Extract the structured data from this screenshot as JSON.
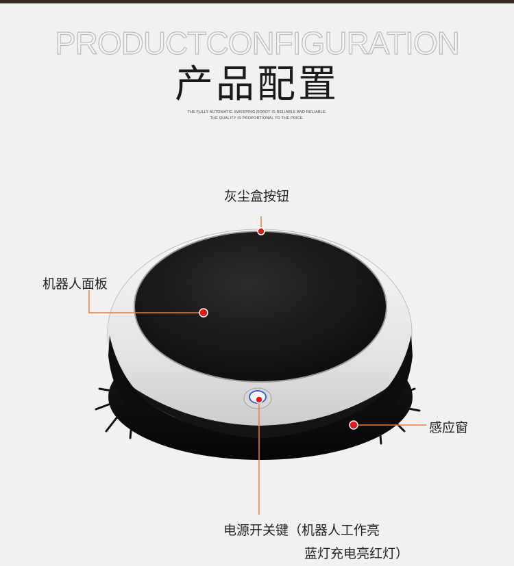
{
  "header": {
    "title_en": "PRODUCTCONFIGURATION",
    "title_cn": "产品配置",
    "subtitle_line1": "THE FULLY AUTOMATIC SWEEPING ROBOT IS RELIABLE AND RELIABLE.",
    "subtitle_line2": "THE QUALITY IS PROPORTIONAL TO THE PRICE."
  },
  "callouts": {
    "dust_box_button": "灰尘盒按钮",
    "robot_panel": "机器人面板",
    "sensor_window": "感应窗",
    "power_switch_line1": "电源开关键（机器人工作亮",
    "power_switch_line2": "蓝灯充电亮红灯）"
  },
  "colors": {
    "background": "#f1f1f1",
    "marker_red": "#e01a1a",
    "leader_line": "#f07a3c",
    "robot_black": "#111111",
    "robot_silver": "#e8e8e8"
  }
}
